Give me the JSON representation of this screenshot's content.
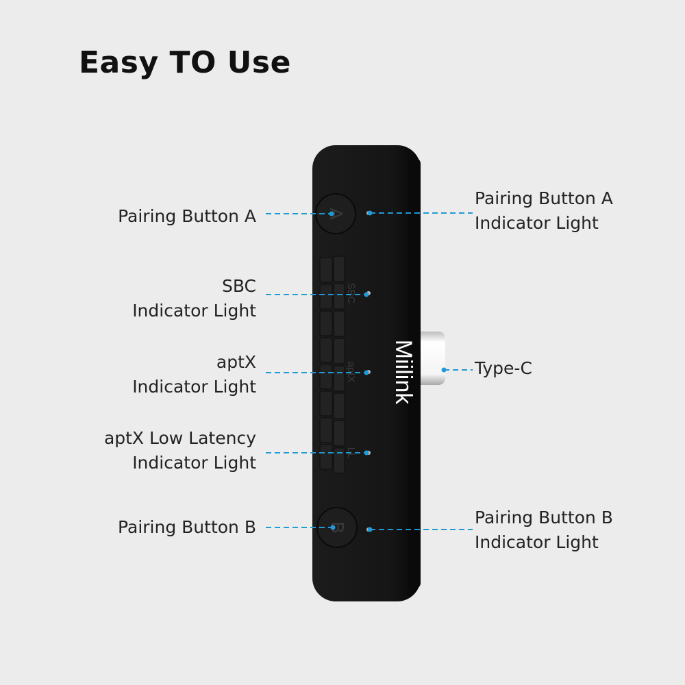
{
  "title": "Easy TO Use",
  "colors": {
    "background": "#ececec",
    "leader_line": "#1e9ad6",
    "device": "#141414"
  },
  "device": {
    "brand": "Miilink",
    "button_a": "A",
    "button_b": "B",
    "mark_sbc": "SBC",
    "mark_aptx": "aptX",
    "mark_ll": "LL"
  },
  "labels": {
    "pairing_a": "Pairing Button A",
    "pairing_a_light_1": "Pairing Button A",
    "pairing_a_light_2": "Indicator Light",
    "sbc_1": "SBC",
    "sbc_2": "Indicator Light",
    "aptx_1": "aptX",
    "aptx_2": "Indicator Light",
    "type_c": "Type-C",
    "ll_1": "aptX Low Latency",
    "ll_2": "Indicator Light",
    "pairing_b": "Pairing Button B",
    "pairing_b_light_1": "Pairing Button B",
    "pairing_b_light_2": "Indicator Light"
  }
}
